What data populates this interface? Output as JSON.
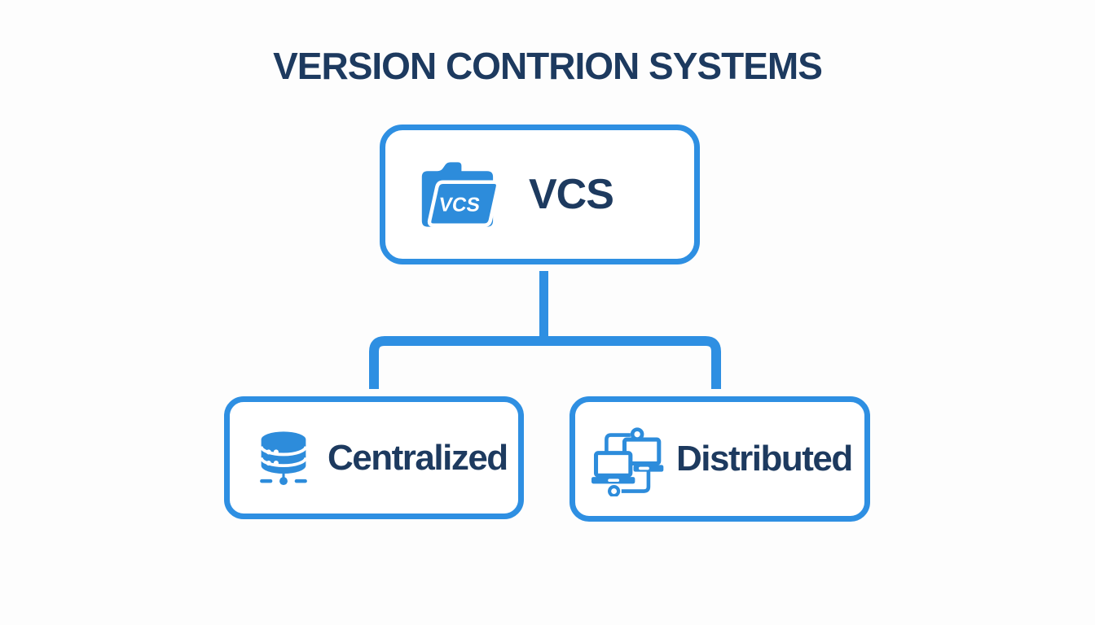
{
  "title": "VERSION CONTRION SYSTEMS",
  "colors": {
    "accent_blue": "#2E8FE2",
    "icon_blue": "#2D8CDB",
    "navy_text": "#1D3A5F",
    "background": "#FDFDFD",
    "box_fill": "#FFFFFF"
  },
  "diagram": {
    "root": {
      "label": "VCS",
      "icon": "vcs-folder-icon",
      "folder_text": "VCS"
    },
    "children": [
      {
        "label": "Centralized",
        "icon": "database-server-icon"
      },
      {
        "label": "Distributed",
        "icon": "networked-computers-icon"
      }
    ]
  }
}
